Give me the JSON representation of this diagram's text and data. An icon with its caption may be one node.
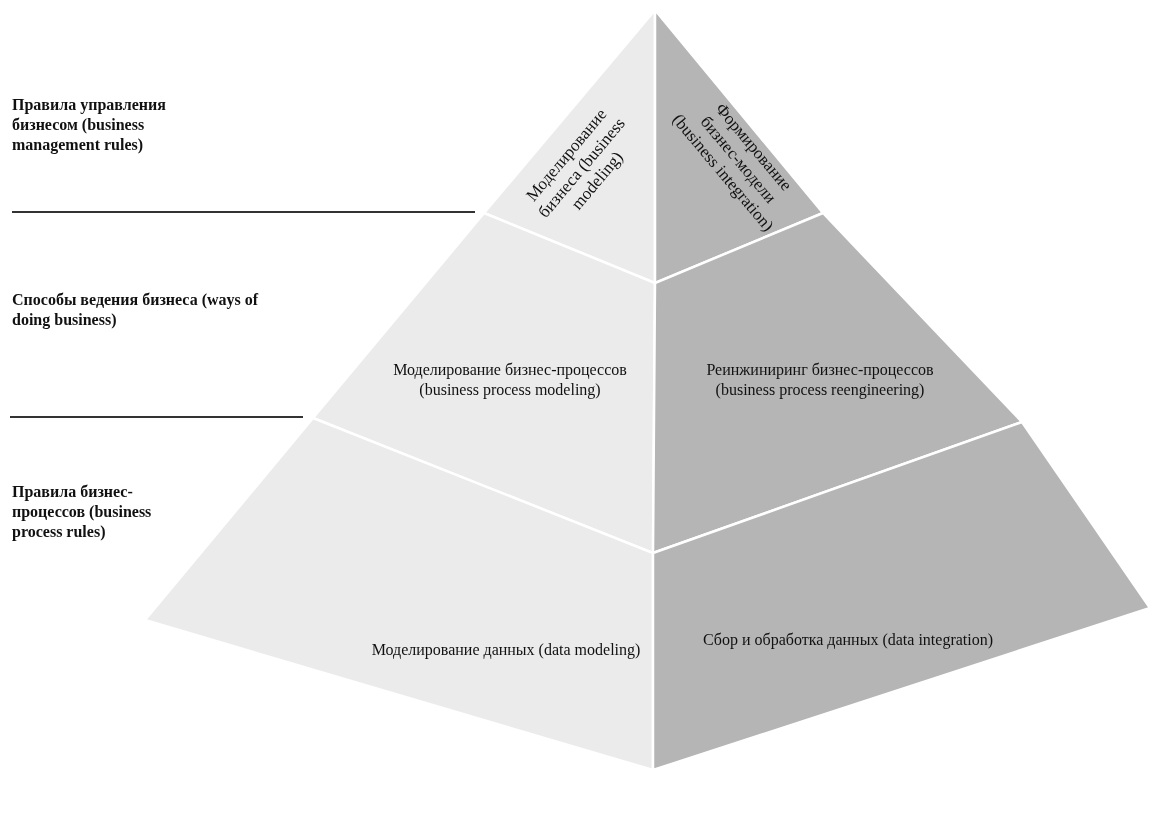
{
  "diagram": {
    "nodes": [
      {
        "text": [
          "Моделирование бизнеса (business modeling)"
        ]
      },
      {
        "text": [
          "Формирование бизнес-модели (business integration)"
        ]
      },
      {
        "text": [
          "Моделирование бизнес-процессов (business process modeling)"
        ]
      },
      {
        "text": [
          "Реинжиниринг бизнес-процессов (business process reengineering)"
        ]
      },
      {
        "text": [
          "Моделирование данных (data modeling)"
        ]
      },
      {
        "text": [
          "Сбор и обработка данных (data integration)"
        ]
      }
    ],
    "edges": [],
    "labels": [
      "Правила управления бизнесом (business management rules)",
      "Способы ведения бизнеса (ways of doing business)",
      "Правила бизнес-процессов (business process rules)"
    ]
  }
}
